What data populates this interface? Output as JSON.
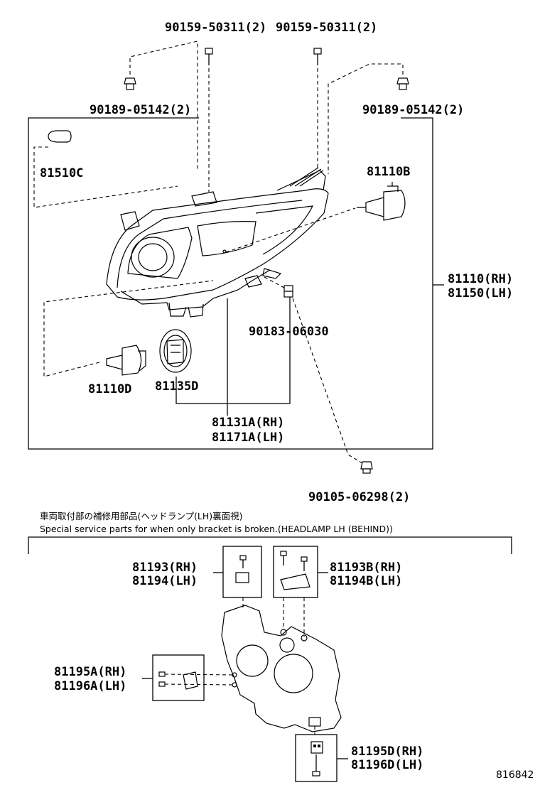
{
  "labels": {
    "bolt_left": "90159-50311(2)",
    "bolt_right": "90159-50311(2)",
    "nut_left": "90189-05142(2)",
    "nut_right": "90189-05142(2)",
    "bulb_small": "81510C",
    "bulb_high": "81110B",
    "headlamp_rh": "81110(RH)",
    "headlamp_lh": "81150(LH)",
    "clip": "90183-06030",
    "bulb_low": "81110D",
    "cover": "81135D",
    "unit_rh": "81131A(RH)",
    "unit_lh": "81171A(LH)",
    "screw": "90105-06298(2)",
    "note_jp": "車両取付部の補修用部品(ヘッドランプ(LH)裏面視)",
    "note_en": "Special service parts for when only bracket is broken.(HEADLAMP LH (BEHIND))",
    "br_a_rh": "81193(RH)",
    "br_a_lh": "81194(LH)",
    "br_b_rh": "81193B(RH)",
    "br_b_lh": "81194B(LH)",
    "br_c_rh": "81195A(RH)",
    "br_c_lh": "81196A(LH)",
    "br_d_rh": "81195D(RH)",
    "br_d_lh": "81196D(LH)",
    "diagram_no": "816842"
  }
}
